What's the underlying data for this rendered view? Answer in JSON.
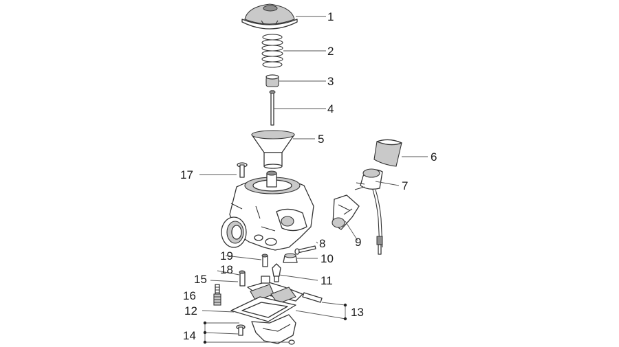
{
  "diagram": {
    "part_numbers": [
      "1",
      "2",
      "3",
      "4",
      "5",
      "6",
      "7",
      "8",
      "9",
      "10",
      "11",
      "12",
      "13",
      "14",
      "15",
      "16",
      "17",
      "18",
      "19"
    ]
  }
}
